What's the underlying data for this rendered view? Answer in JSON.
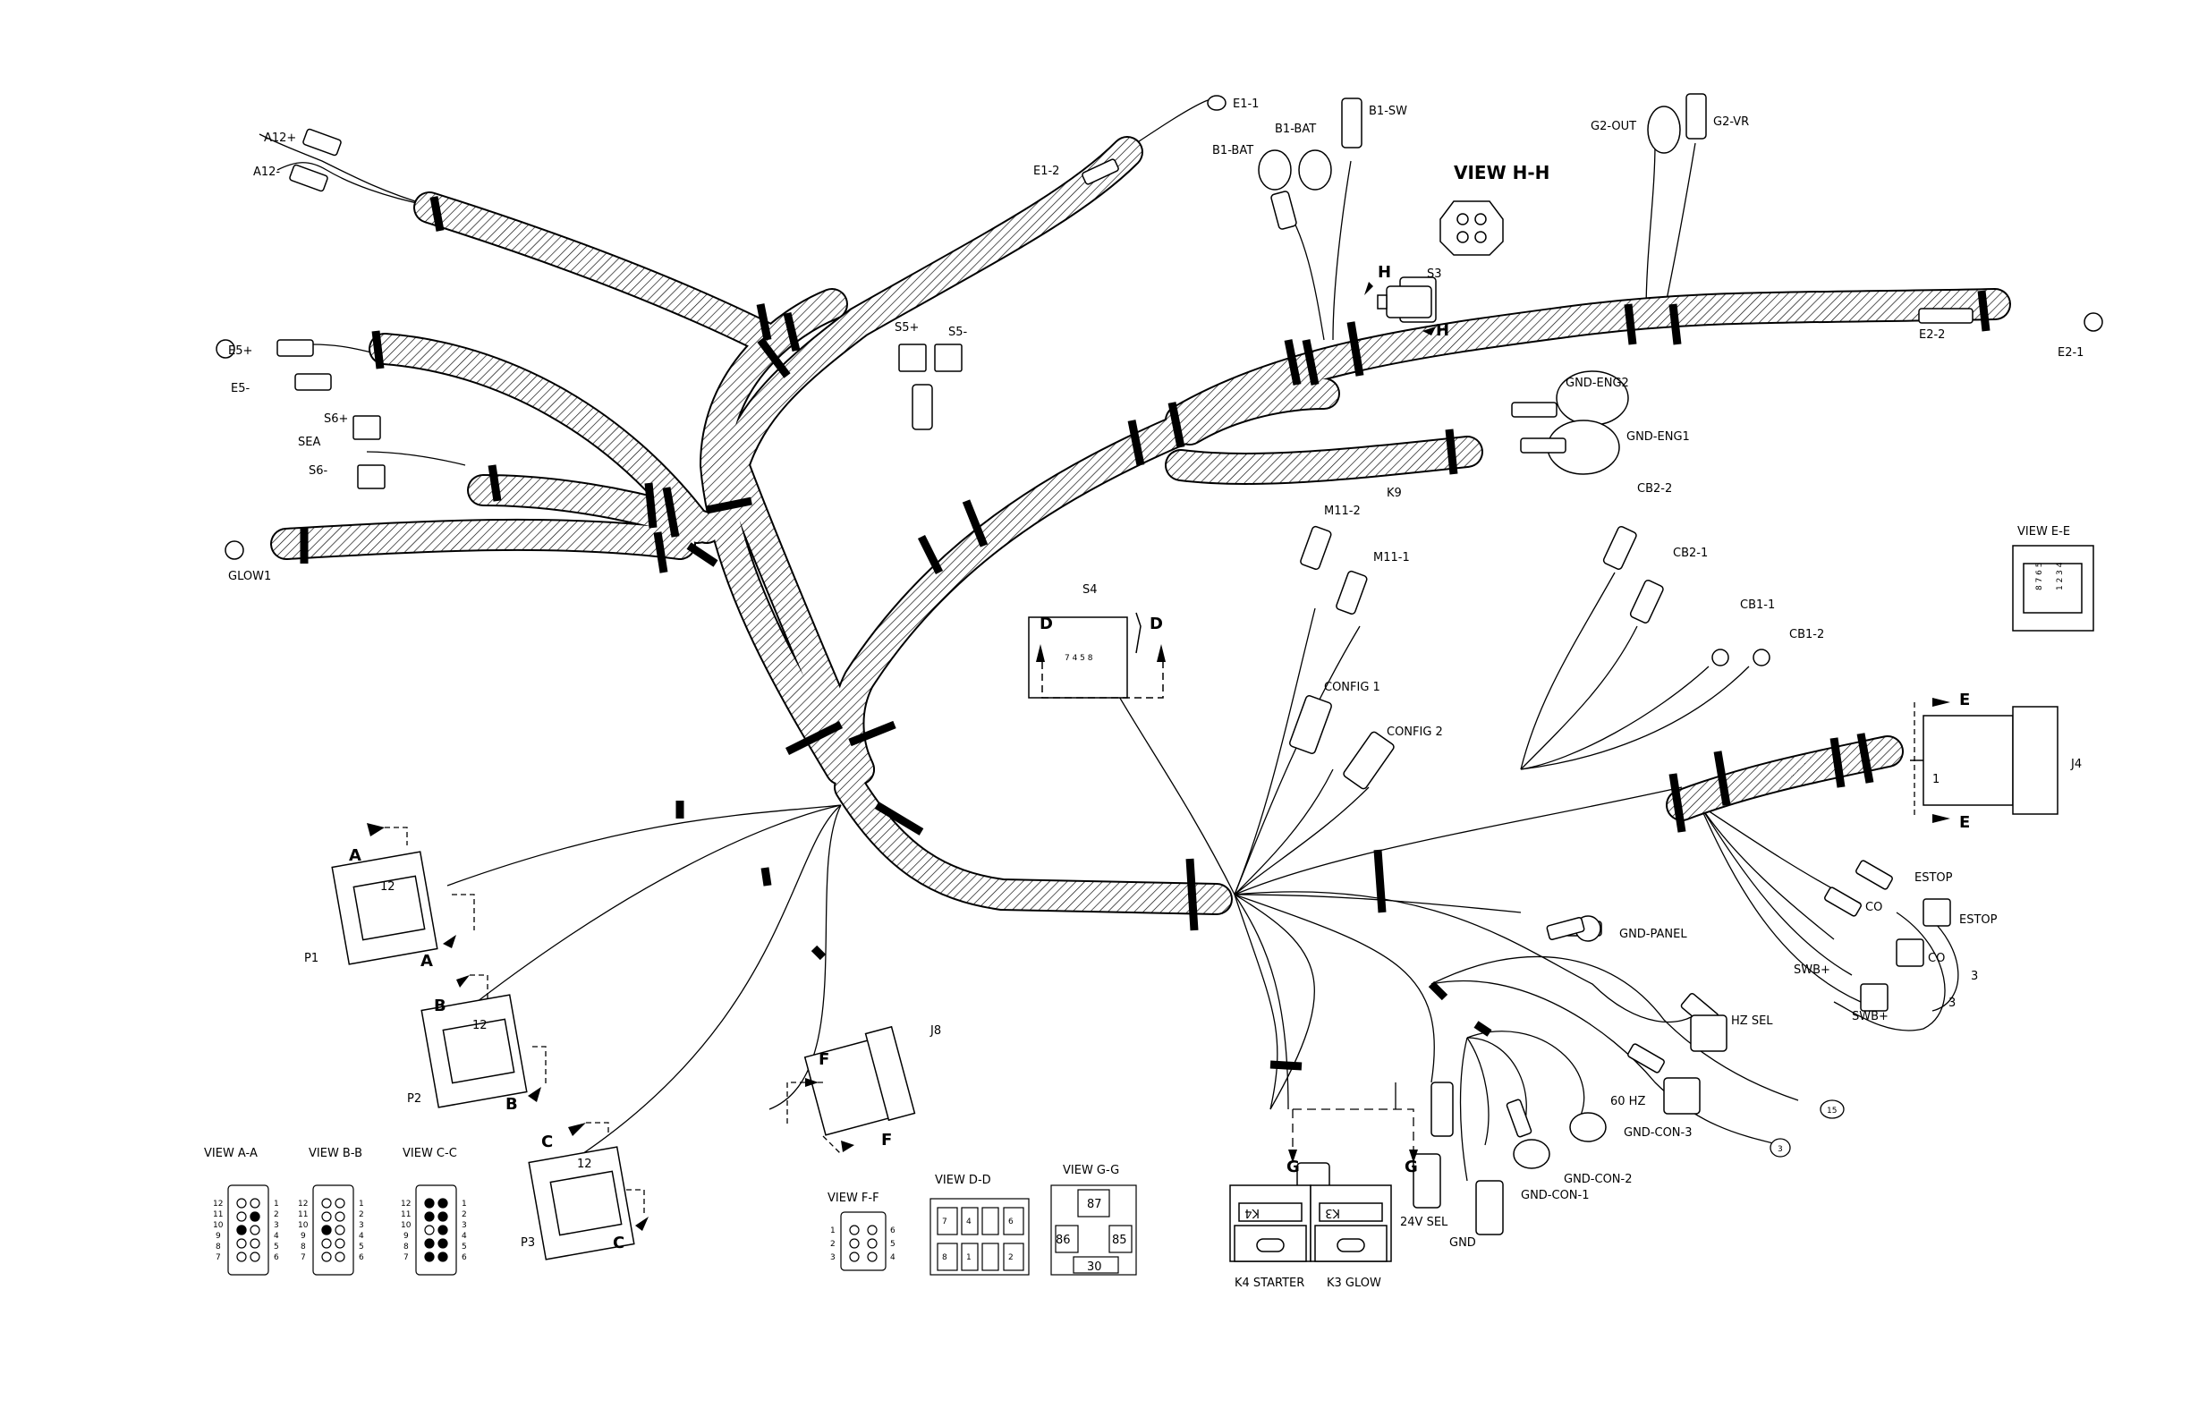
{
  "labels": {
    "a12p": "A12+",
    "a12m": "A12-",
    "e11": "E1-1",
    "e12": "E1-2",
    "b1bat_a": "B1-BAT",
    "b1bat_b": "B1-BAT",
    "b1sw": "B1-SW",
    "g2out": "G2-OUT",
    "g2vr": "G2-VR",
    "viewhh": "VIEW H-H",
    "h1": "H",
    "h2": "H",
    "s3": "S3",
    "e22": "E2-2",
    "e21": "E2-1",
    "e5p": "E5+",
    "e5m": "E5-",
    "s5p": "S5+",
    "s5m": "S5-",
    "s6p": "S6+",
    "sea": "SEA",
    "s6m": "S6-",
    "glow1": "GLOW1",
    "gndeng2": "GND-ENG2",
    "gndeng1": "GND-ENG1",
    "k9": "K9",
    "m112": "M11-2",
    "m111": "M11-1",
    "cb22": "CB2-2",
    "cb21": "CB2-1",
    "cb11": "CB1-1",
    "cb12": "CB1-2",
    "viewee": "VIEW E-E",
    "ee_pins_top": "8 7 6 5",
    "ee_pins_bot": "1 2 3 4",
    "s4": "S4",
    "d1": "D",
    "d2": "D",
    "s4_pins": "7 4 5 8",
    "config1": "CONFIG 1",
    "config2": "CONFIG 2",
    "e_top": "E",
    "e_bot": "E",
    "j4": "J4",
    "j4_pin": "1",
    "a_top": "A",
    "a_bot": "A",
    "p1_12": "12",
    "p1": "P1",
    "b_top": "B",
    "b_bot": "B",
    "p2_12": "12",
    "p2": "P2",
    "c_top": "C",
    "c_bot": "C",
    "p3_12": "12",
    "p3": "P3",
    "j8": "J8",
    "f_top": "F",
    "f_bot": "F",
    "estop1": "ESTOP",
    "co1": "CO",
    "estop2": "ESTOP",
    "swbp1": "SWB+",
    "co2": "CO",
    "swbp2": "SWB+",
    "n3a": "3",
    "n3b": "3",
    "gndpanel": "GND-PANEL",
    "hzsel": "HZ SEL",
    "c15": "15",
    "c3": "3",
    "hz60": "60 HZ",
    "gndcon3": "GND-CON-3",
    "gndcon2": "GND-CON-2",
    "gndcon1": "GND-CON-1",
    "g1": "G",
    "g2": "G",
    "k4": "K4",
    "k3": "K3",
    "v24sel": "24V SEL",
    "gnd": "GND",
    "k4starter": "K4 STARTER",
    "k3glow": "K3 GLOW",
    "viewaa": "VIEW A-A",
    "viewbb": "VIEW B-B",
    "viewcc": "VIEW C-C",
    "viewff": "VIEW F-F",
    "viewdd": "VIEW D-D",
    "viewgg": "VIEW G-G",
    "gg87": "87",
    "gg86": "86",
    "gg85": "85",
    "gg30": "30",
    "dd": [
      "7",
      "4",
      "6",
      "8",
      "1",
      "2"
    ],
    "left_pins": [
      "12",
      "11",
      "10",
      "9",
      "8",
      "7"
    ],
    "right_pins": [
      "1",
      "2",
      "3",
      "4",
      "5",
      "6"
    ],
    "ff_left": [
      "1",
      "2",
      "3"
    ],
    "ff_right": [
      "6",
      "5",
      "4"
    ]
  }
}
